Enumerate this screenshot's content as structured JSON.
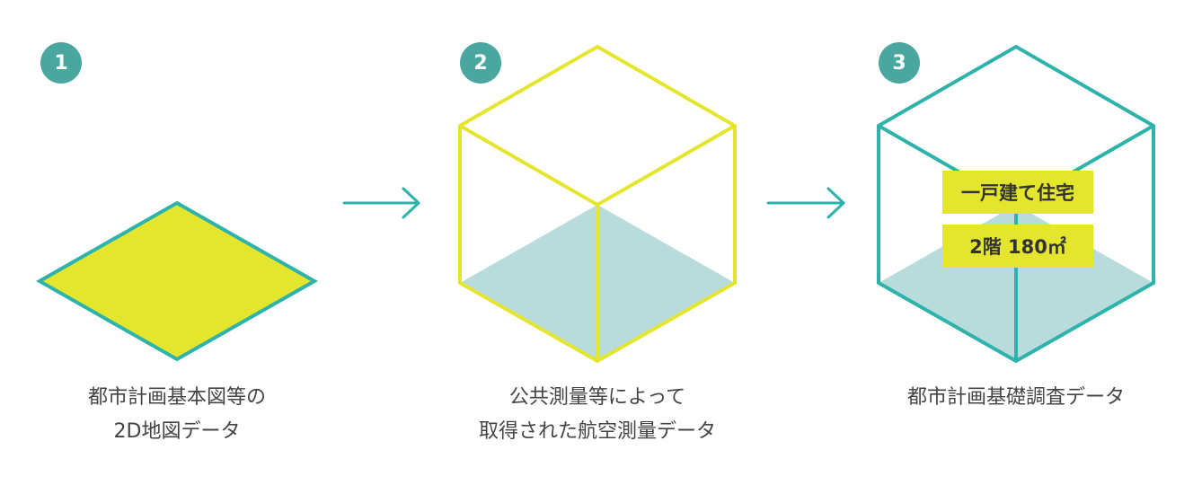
{
  "colors": {
    "teal": "#2db3ac",
    "badge": "#4aa7a0",
    "yellow": "#e4e62d",
    "floor": "#b8dcdb",
    "text": "#444444"
  },
  "steps": [
    {
      "number": "1",
      "caption_line1": "都市計画基本図等の",
      "caption_line2": "2D地図データ"
    },
    {
      "number": "2",
      "caption_line1": "公共測量等によって",
      "caption_line2": "取得された航空測量データ"
    },
    {
      "number": "3",
      "caption_line1": "都市計画基礎調査データ",
      "caption_line2": ""
    }
  ],
  "attribute_labels": {
    "building_type": "一戸建て住宅",
    "floors_area": "2階 180㎡"
  },
  "icons": [
    "arrow-right-icon",
    "arrow-right-icon"
  ]
}
